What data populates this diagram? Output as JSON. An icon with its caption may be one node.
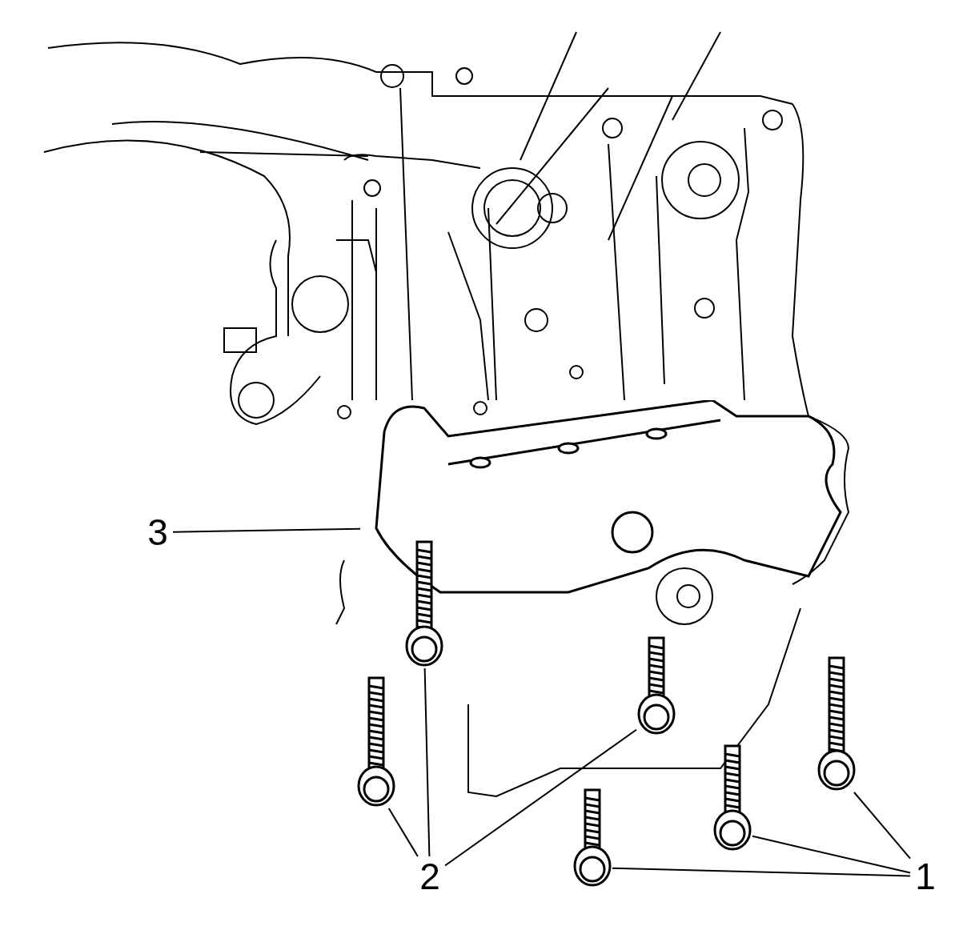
{
  "diagram": {
    "nodes": [
      {
        "text": [
          "3"
        ]
      },
      {
        "text": [],
        "shape": "picture"
      },
      {
        "text": [
          "2"
        ]
      },
      {
        "text": [],
        "shape": "picture"
      },
      {
        "text": [],
        "shape": "picture"
      },
      {
        "text": [],
        "shape": "picture"
      },
      {
        "text": [
          "1"
        ]
      },
      {
        "text": [],
        "shape": "picture"
      },
      {
        "text": [],
        "shape": "picture"
      },
      {
        "text": [],
        "shape": "picture"
      }
    ],
    "edges": [
      {
        "from": 0,
        "to": 1,
        "arrow": "none"
      },
      {
        "from": 2,
        "to": 3,
        "arrow": "none"
      },
      {
        "from": 2,
        "to": 4,
        "arrow": "none"
      },
      {
        "from": 2,
        "to": 5,
        "arrow": "none"
      },
      {
        "from": 6,
        "to": 7,
        "arrow": "none"
      },
      {
        "from": 6,
        "to": 8,
        "arrow": "none"
      },
      {
        "from": 6,
        "to": 9,
        "arrow": "none"
      }
    ]
  }
}
